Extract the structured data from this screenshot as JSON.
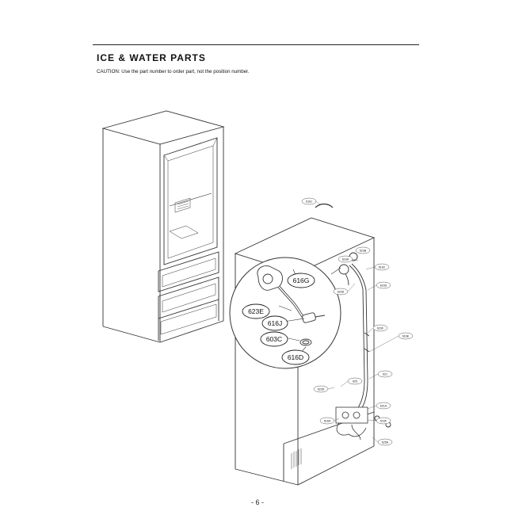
{
  "header": {
    "title": "ICE & WATER PARTS",
    "caution": "CAUTION: Use the part number to order part, not the position number."
  },
  "detail_callouts": [
    "616G",
    "623E",
    "616J",
    "603C",
    "616D"
  ],
  "position_labels": {
    "top_clip": "616J",
    "upper_right_1": "616H",
    "upper_right_2": "623B",
    "upper_right_3": "616C",
    "upper_right_4": "616S",
    "upper_right_5": "623A",
    "mid_right_1": "623F",
    "mid_right_2": "616E",
    "lower_right_1": "621",
    "lower_right_2": "625",
    "lower_left": "623D",
    "lower_mid": "616A",
    "valve_1": "621A",
    "valve_2": "616F",
    "valve_3": "625A"
  },
  "footer": {
    "page_number": "- 6 -"
  }
}
